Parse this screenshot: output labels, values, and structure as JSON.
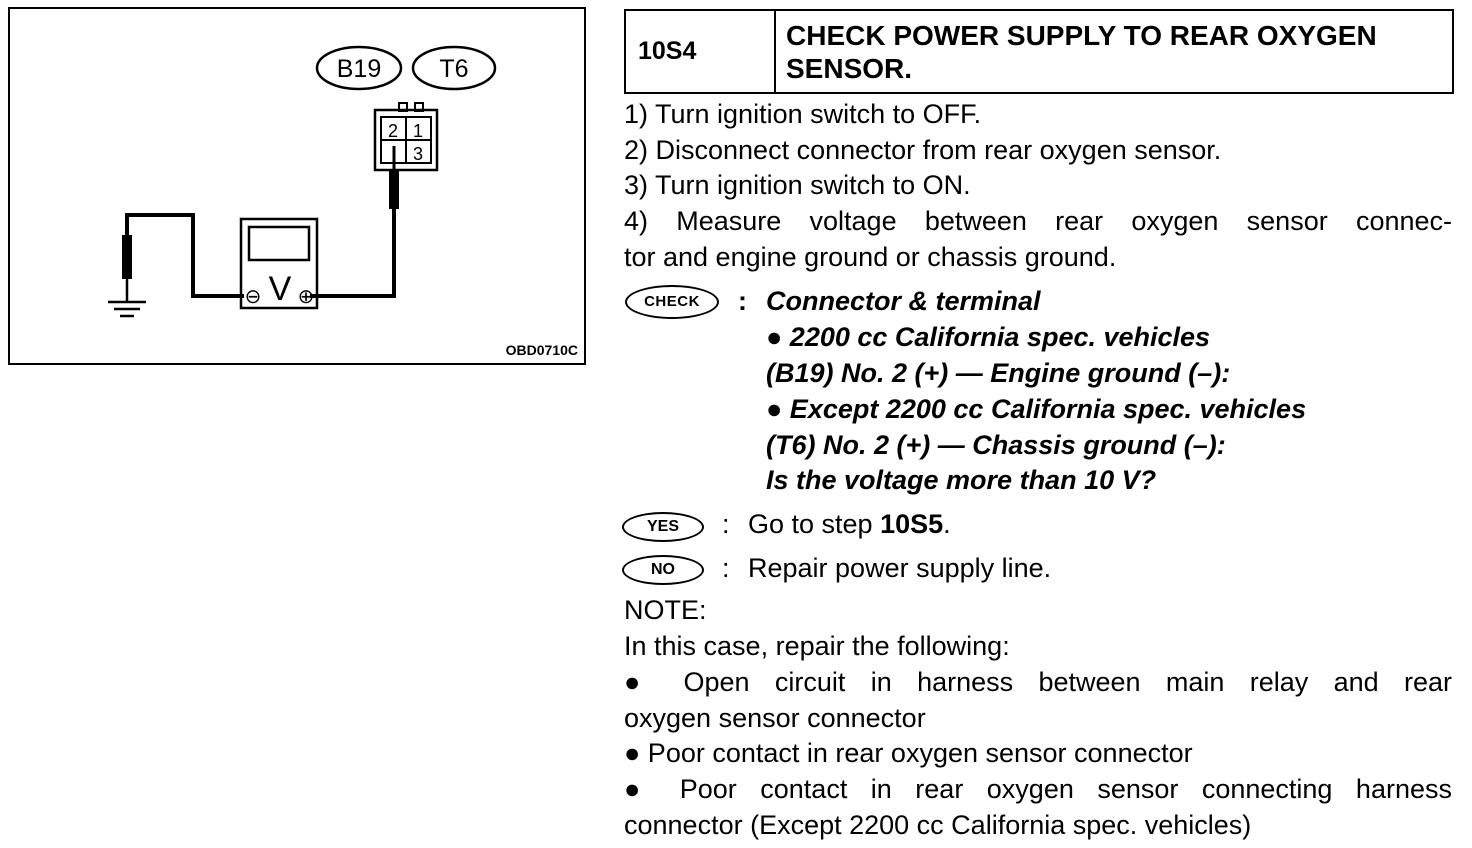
{
  "diagram": {
    "connector_tags": [
      "B19",
      "T6"
    ],
    "pins": [
      "2",
      "1",
      "3"
    ],
    "meter_symbol": "V",
    "neg_symbol": "⊖",
    "pos_symbol": "⊕",
    "figure_code": "OBD0710C"
  },
  "step": {
    "number": "10S4",
    "title_line1": "CHECK POWER SUPPLY TO REAR OXYGEN",
    "title_line2": "SENSOR."
  },
  "instructions": [
    "1)  Turn ignition switch to OFF.",
    "2)  Disconnect connector from rear oxygen sensor.",
    "3)  Turn ignition switch to ON.",
    "4)  Measure voltage between rear oxygen sensor connec-",
    "tor and engine ground or chassis ground."
  ],
  "check": {
    "badge": "CHECK",
    "colon": ":",
    "lines": [
      "Connector & terminal",
      "● 2200 cc California spec. vehicles",
      "(B19) No. 2 (+) — Engine ground (–):",
      "● Except 2200 cc California spec. vehicles",
      "(T6) No. 2 (+) — Chassis ground (–):",
      "Is the voltage more than 10 V?"
    ]
  },
  "yes": {
    "badge": "YES",
    "colon": ":",
    "text": "Go to step ",
    "step": "10S5",
    "end": "."
  },
  "no": {
    "badge": "NO",
    "colon": ":",
    "text": "Repair power supply line."
  },
  "note": {
    "heading": "NOTE:",
    "intro": "In this case, repair the following:",
    "lines": [
      "●  Open circuit in harness between main relay and rear",
      "oxygen sensor connector",
      "●  Poor contact in rear oxygen sensor connector",
      "●  Poor contact in rear oxygen sensor connecting harness",
      "connector (Except 2200 cc California spec. vehicles)"
    ]
  }
}
